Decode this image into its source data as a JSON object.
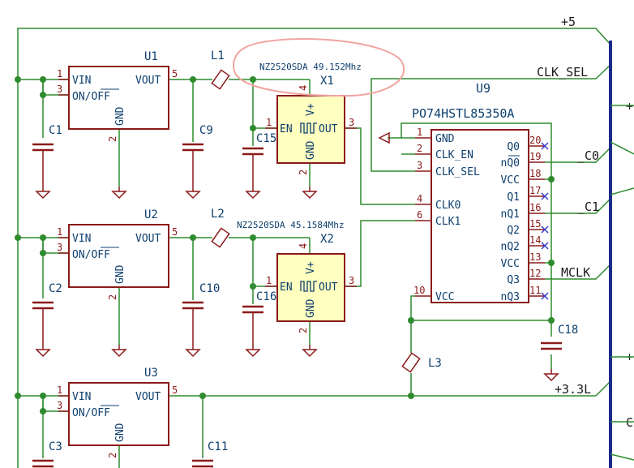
{
  "colors": {
    "wire": "#2e8b2e",
    "component": "#8b1a1a",
    "label": "#0d3f6e",
    "pin_number": "#8b1a1a",
    "oscillator_fill": "#ffffc0",
    "no_connect": "#3a3acc",
    "highlight_circle": "#f0a4a0",
    "power_symbol": "#8b1a1a",
    "bus_bar": "#1a2a8b"
  },
  "nets": {
    "plus5": "+5",
    "clk_sel": "CLK_SEL",
    "c0": "_C0",
    "c1": "_C1",
    "mclk": "MCLK",
    "plus3v3": "+3.3L",
    "edge_1": "+",
    "edge_2": "+",
    "edge_3": "C"
  },
  "regulators": [
    {
      "ref": "U1",
      "vin": "VIN",
      "on_off": "ON/OFF",
      "gnd": "GND",
      "vout": "VOUT",
      "pin1": "1",
      "pin2": "2",
      "pin3": "3",
      "pin5": "5",
      "cap_in": "C1",
      "cap_out": "C9"
    },
    {
      "ref": "U2",
      "vin": "VIN",
      "on_off": "ON/OFF",
      "gnd": "GND",
      "vout": "VOUT",
      "pin1": "1",
      "pin2": "2",
      "pin3": "3",
      "pin5": "5",
      "cap_in": "C2",
      "cap_out": "C10"
    },
    {
      "ref": "U3",
      "vin": "VIN",
      "on_off": "ON/OFF",
      "gnd": "GND",
      "vout": "VOUT",
      "pin1": "1",
      "pin2": "2",
      "pin3": "3",
      "pin5": "5",
      "cap_in": "C3",
      "cap_out": "C11"
    }
  ],
  "inductors": {
    "l1": "L1",
    "l2": "L2",
    "l3": "L3"
  },
  "oscillators": [
    {
      "ref": "X1",
      "part": "NZ2520SDA 49.152Mhz",
      "en": "EN",
      "out": "OUT",
      "vplus": "V+",
      "gnd": "GND",
      "pin1": "1",
      "pin2": "2",
      "pin3": "3",
      "pin4": "4",
      "cap": "C15"
    },
    {
      "ref": "X2",
      "part": "NZ2520SDA 45.1584Mhz",
      "en": "EN",
      "out": "OUT",
      "vplus": "V+",
      "gnd": "GND",
      "pin1": "1",
      "pin2": "2",
      "pin3": "3",
      "pin4": "4",
      "cap": "C16"
    }
  ],
  "clock_buffer": {
    "ref": "U9",
    "part": "PO74HSTL85350A",
    "left_pins": [
      {
        "num": "1",
        "name": "GND"
      },
      {
        "num": "2",
        "name": "CLK_EN"
      },
      {
        "num": "3",
        "name": "CLK_SEL"
      },
      {
        "num": "4",
        "name": "CLK0"
      },
      {
        "num": "6",
        "name": "CLK1"
      },
      {
        "num": "10",
        "name": "VCC"
      }
    ],
    "right_pins": [
      {
        "num": "20",
        "name": "Q0"
      },
      {
        "num": "19",
        "name": "nQ0"
      },
      {
        "num": "18",
        "name": "VCC"
      },
      {
        "num": "17",
        "name": "Q1"
      },
      {
        "num": "16",
        "name": "nQ1"
      },
      {
        "num": "15",
        "name": "Q2"
      },
      {
        "num": "14",
        "name": "nQ2"
      },
      {
        "num": "13",
        "name": "VCC"
      },
      {
        "num": "12",
        "name": "Q3"
      },
      {
        "num": "11",
        "name": "nQ3"
      }
    ],
    "decoupling_cap": "C18"
  }
}
